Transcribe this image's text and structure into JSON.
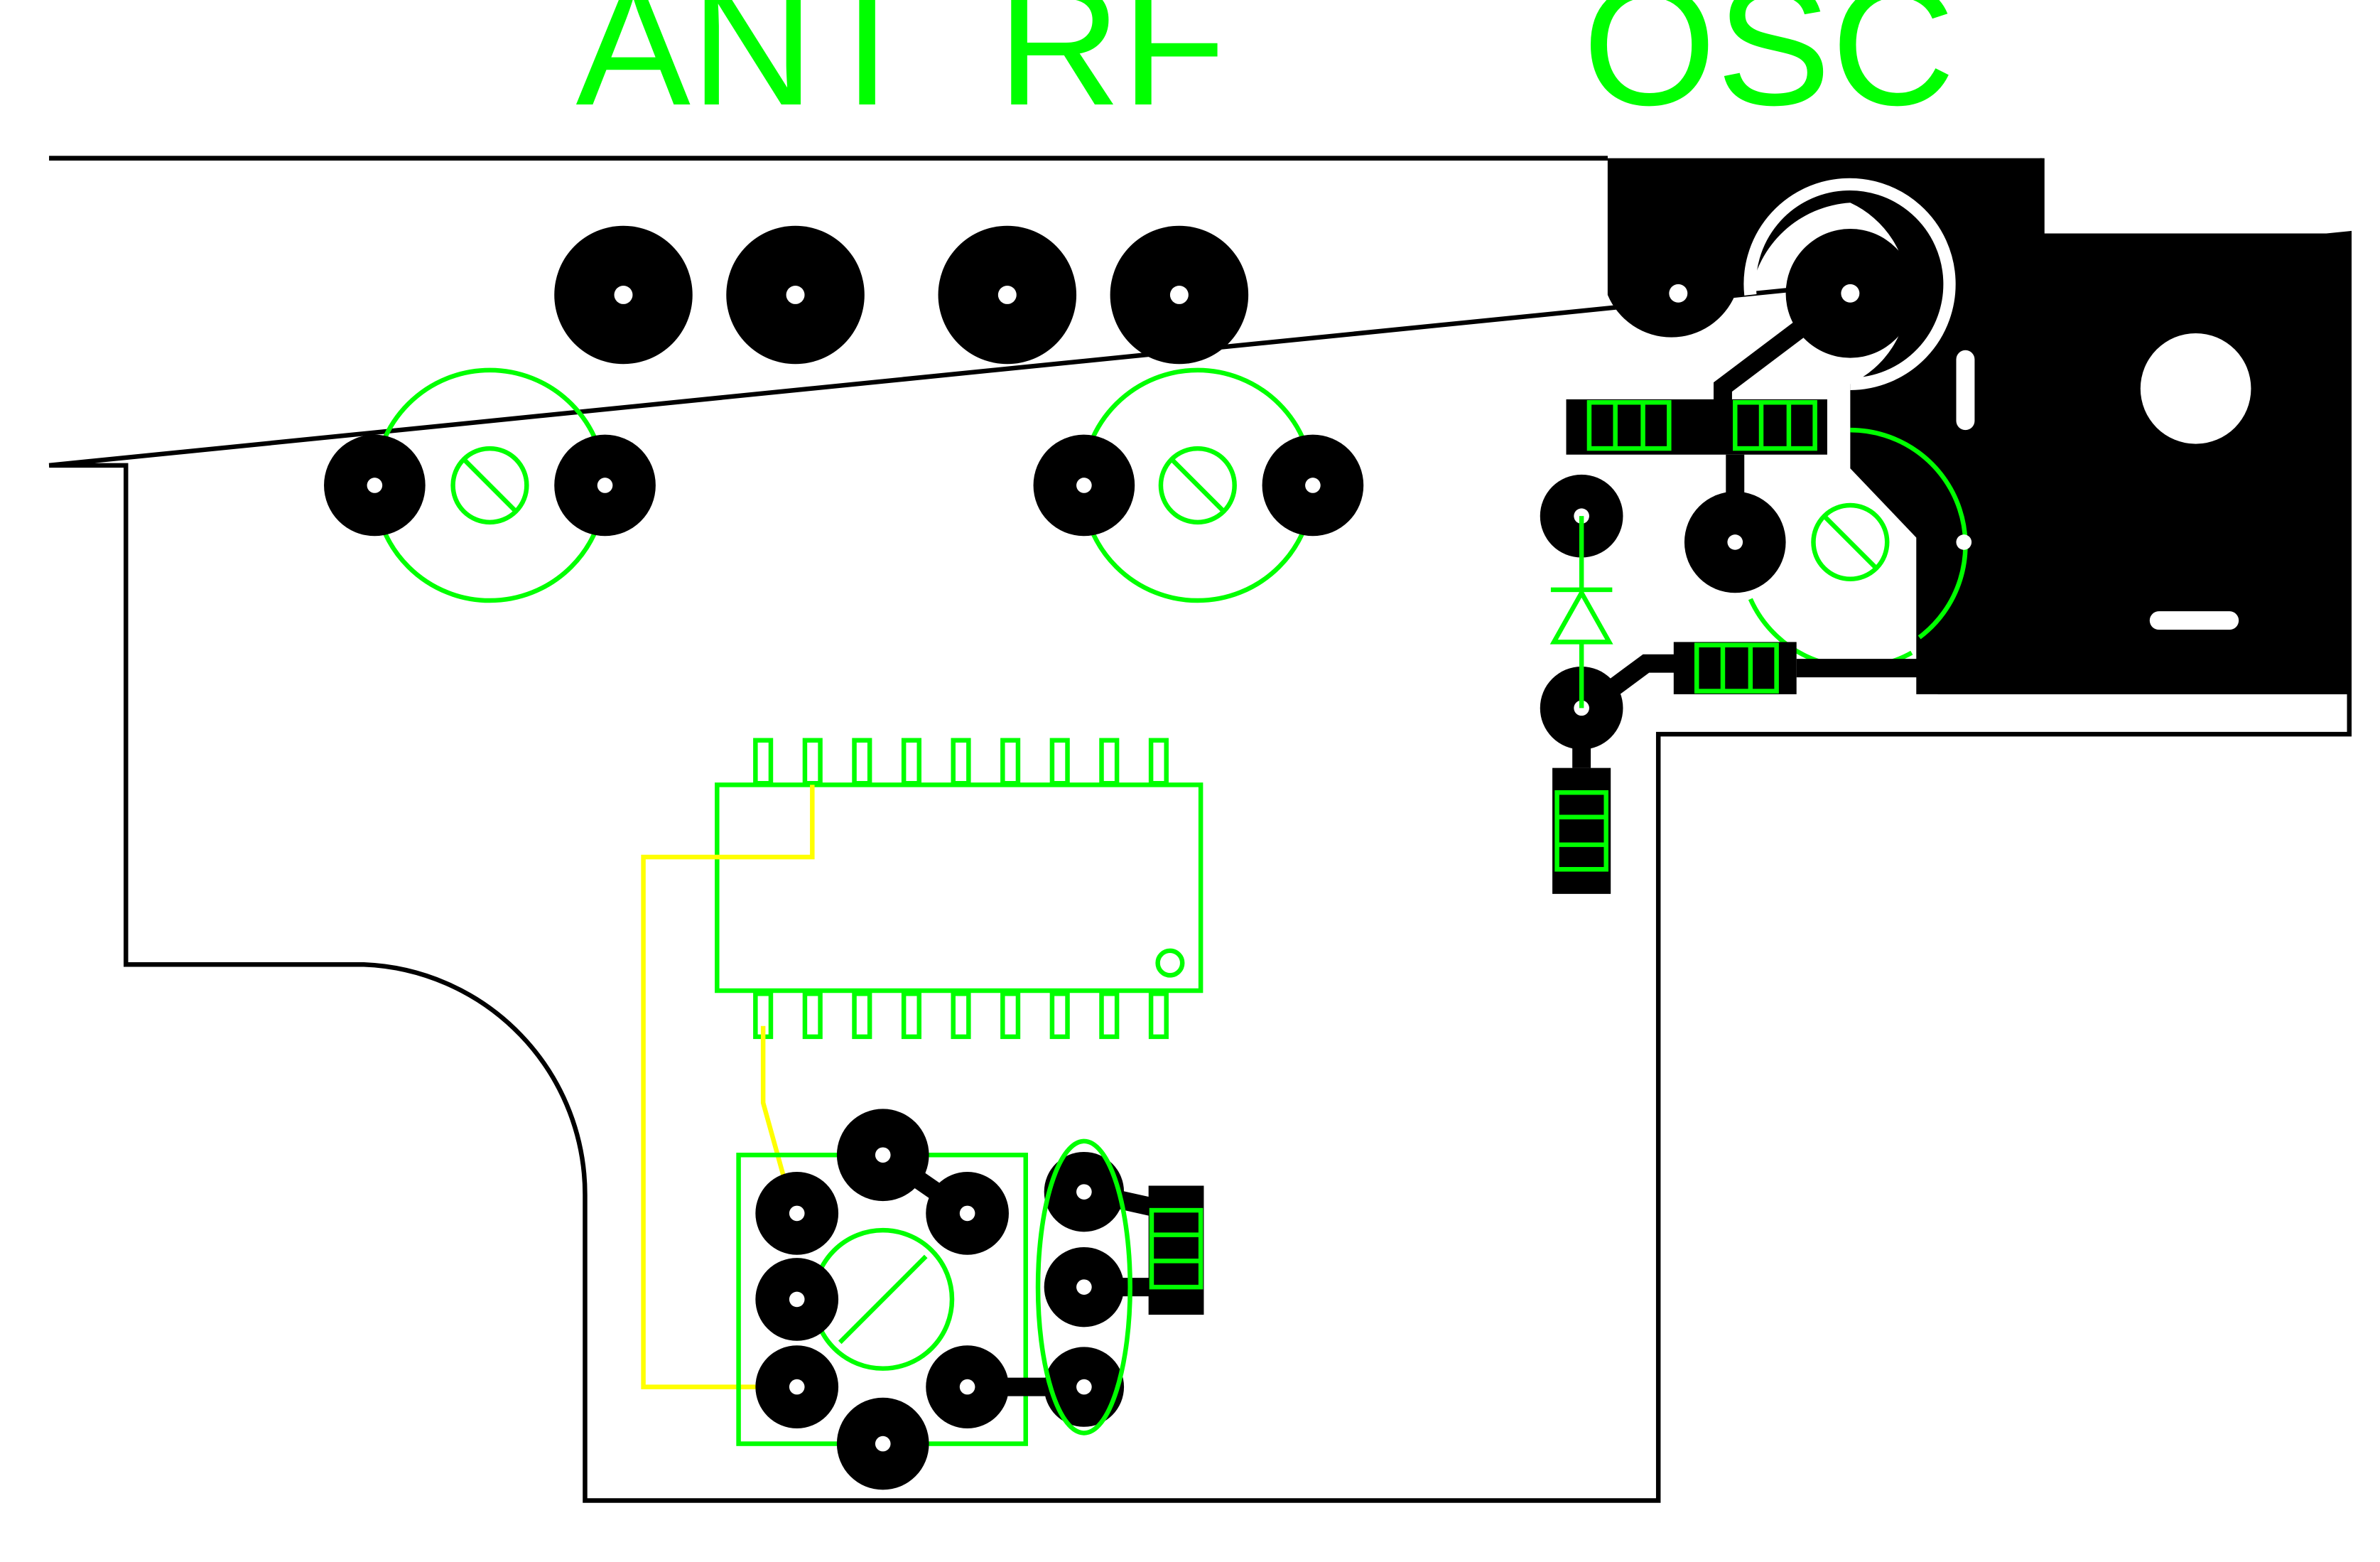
{
  "labels": {
    "ant": "ANT",
    "rf": "RF",
    "osc": "OSC"
  },
  "colors": {
    "background": "#ffffff",
    "outline": "#000000",
    "copper": "#000000",
    "silkscreen": "#00ff00",
    "jumper_wire": "#ffff00",
    "drill": "#ffffff"
  }
}
